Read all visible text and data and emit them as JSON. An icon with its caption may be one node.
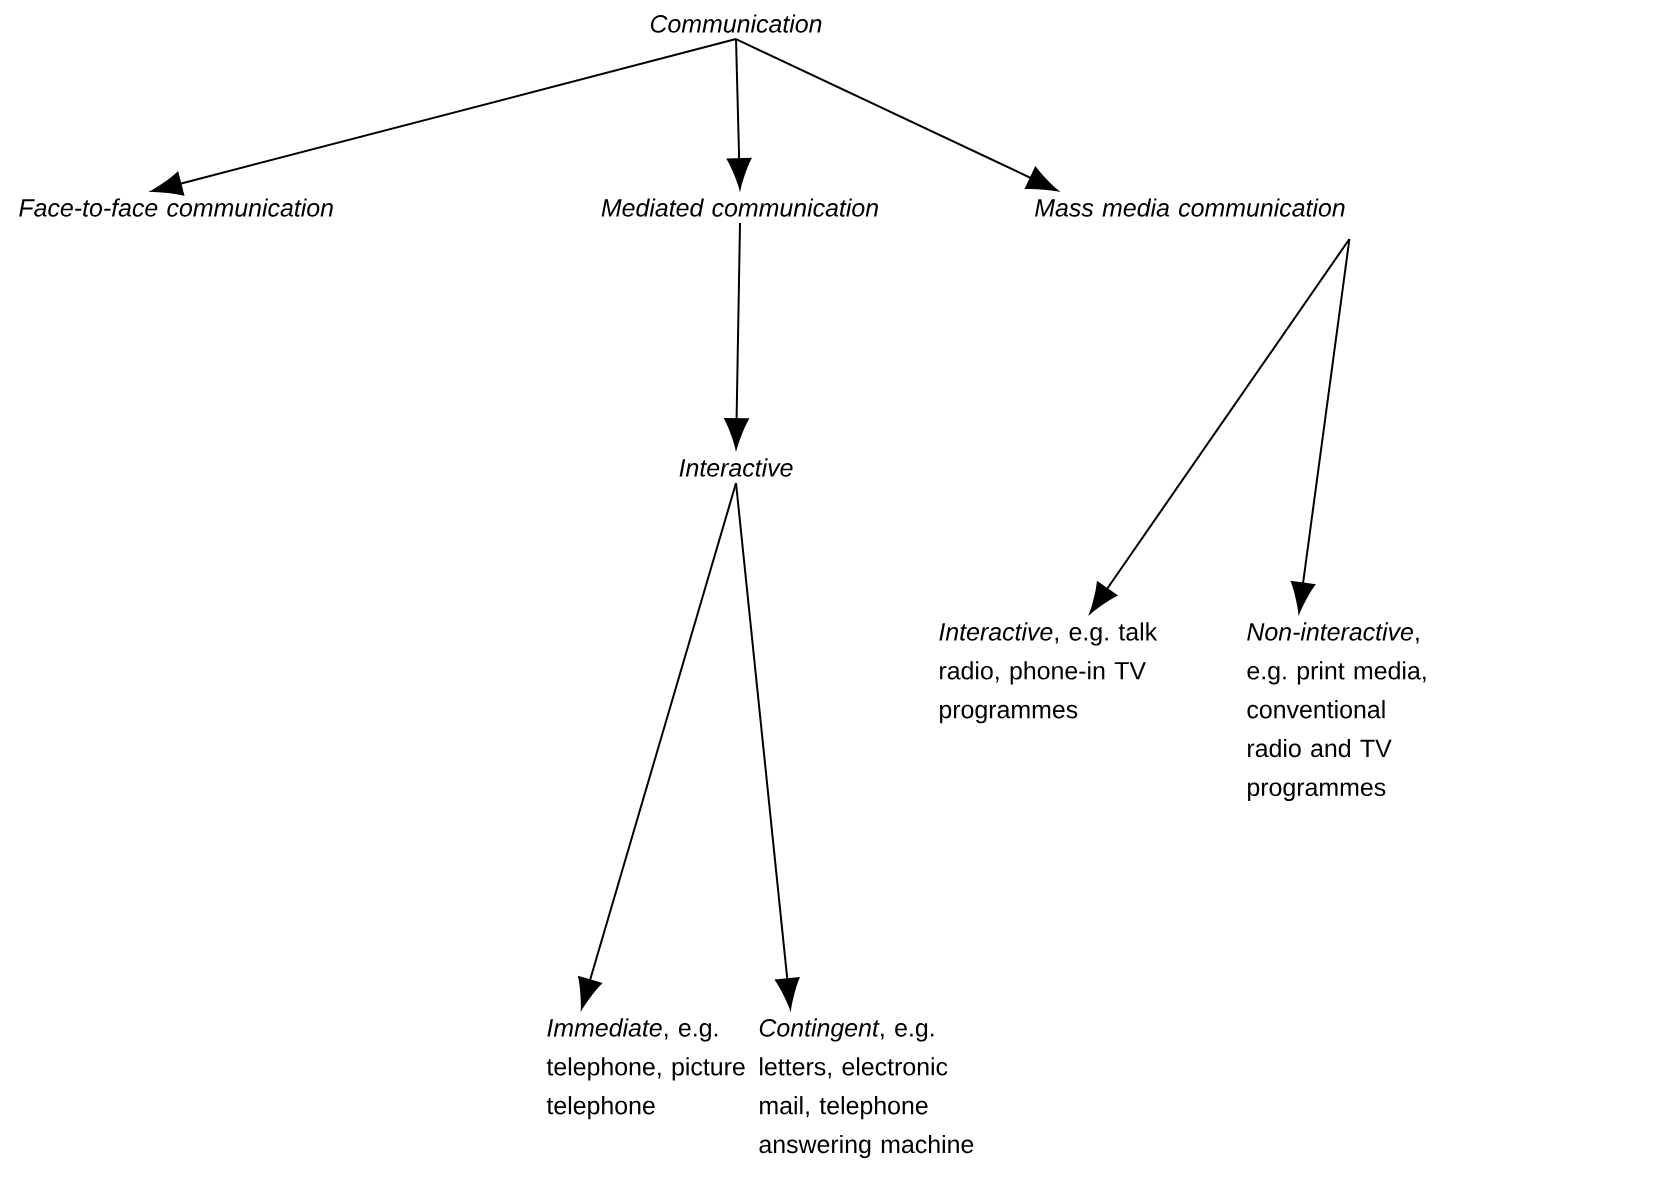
{
  "diagram": {
    "nodes": [
      {
        "text": [
          "Communication"
        ]
      },
      {
        "text": [
          "Face-to-face communication"
        ]
      },
      {
        "text": [
          "Mediated communication"
        ]
      },
      {
        "text": [
          "Mass media communication"
        ]
      },
      {
        "text": [
          "Interactive"
        ]
      },
      {
        "text": [
          "*Immediate*, e.g. telephone, picture telephone"
        ]
      },
      {
        "text": [
          "*Contingent*, e.g. letters, electronic mail, telephone answering machine"
        ]
      },
      {
        "text": [
          "*Interactive*, e.g. talk radio, phone-in TV programmes"
        ]
      },
      {
        "text": [
          "*Non-interactive*, e.g. print media, conventional radio and TV programmes"
        ]
      }
    ],
    "edges": [
      {
        "from": 0,
        "to": 1,
        "arrow": "to"
      },
      {
        "from": 0,
        "to": 2,
        "arrow": "to"
      },
      {
        "from": 0,
        "to": 3,
        "arrow": "to"
      },
      {
        "from": 2,
        "to": 4,
        "arrow": "to"
      },
      {
        "from": 4,
        "to": 5,
        "arrow": "to"
      },
      {
        "from": 4,
        "to": 6,
        "arrow": "to"
      },
      {
        "from": 3,
        "to": 7,
        "arrow": "to"
      },
      {
        "from": 3,
        "to": 8,
        "arrow": "to"
      }
    ]
  }
}
